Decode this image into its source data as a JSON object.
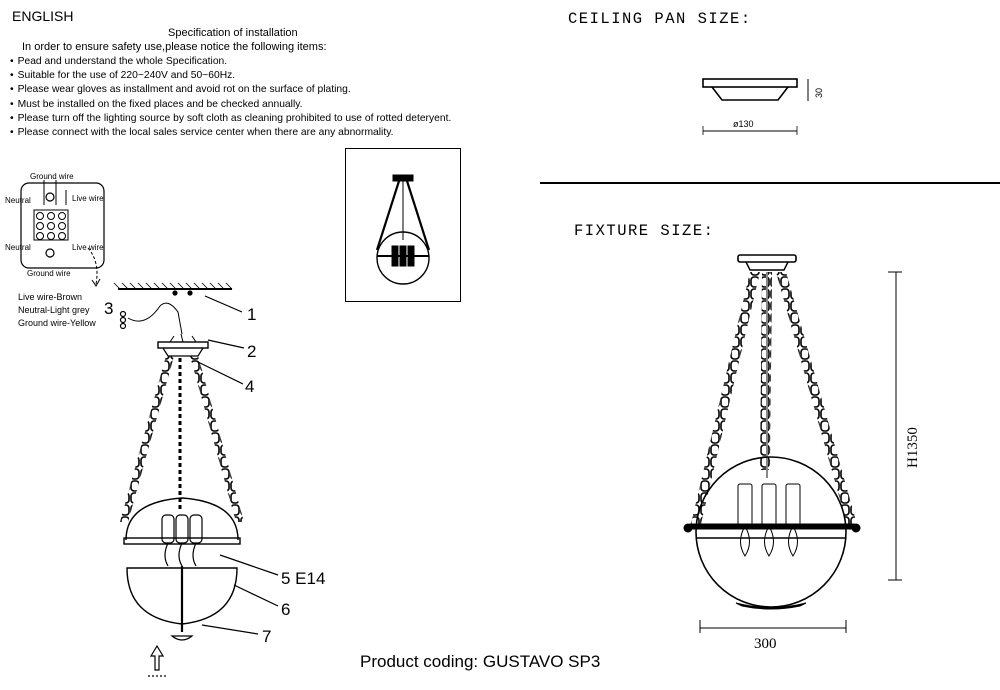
{
  "language": "ENGLISH",
  "spec": {
    "title": "Specification of installation",
    "intro": "In order to ensure safety use,please notice the following items:",
    "rules": [
      "Pead and understand the whole Specification.",
      "Suitable for the use of 220~240V and 50~60Hz.",
      "Please wear gloves as installment and avoid rot on the surface of plating.",
      "Must be installed on the fixed places and be checked annually.",
      "Please turn off the lighting source by soft cloth as cleaning prohibited to use of rotted deteryent.",
      "Please connect with the local sales service center when there are any abnormality."
    ]
  },
  "wiring": {
    "ground_top": "Ground wire",
    "neutral_top": "Neutral",
    "live_top": "Live wire",
    "neutral_bottom": "Neutral",
    "live_bottom": "Live wire",
    "ground_bottom": "Ground wire",
    "key": [
      "Live wire-Brown",
      "Neutral-Light grey",
      "Ground wire-Yellow"
    ]
  },
  "parts": {
    "p1": "1",
    "p2": "2",
    "p3": "3",
    "p4": "4",
    "p5": "5 E14",
    "p6": "6",
    "p7": "7"
  },
  "ceiling_pan": {
    "title": "CEILING PAN SIZE:",
    "diameter": "ø130",
    "height": "30"
  },
  "fixture": {
    "title": "FIXTURE SIZE:",
    "height": "H1350",
    "width": "300"
  },
  "caption": "Product coding: GUSTAVO SP3"
}
